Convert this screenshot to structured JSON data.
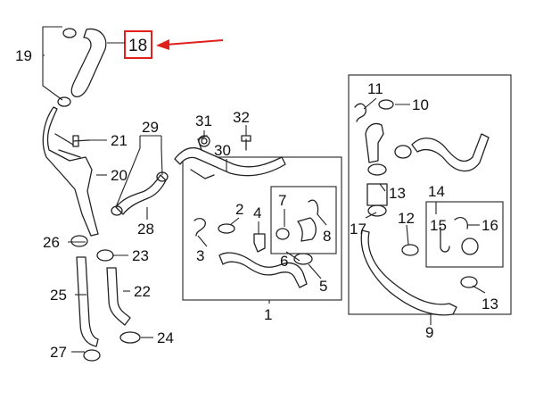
{
  "callouts": {
    "c1": "1",
    "c2": "2",
    "c3": "3",
    "c4": "4",
    "c5": "5",
    "c6": "6",
    "c7": "7",
    "c8": "8",
    "c9": "9",
    "c10": "10",
    "c11": "11",
    "c12": "12",
    "c13a": "13",
    "c13b": "13",
    "c14": "14",
    "c15": "15",
    "c16": "16",
    "c17": "17",
    "c18": "18",
    "c19": "19",
    "c20": "20",
    "c21": "21",
    "c22": "22",
    "c23": "23",
    "c24": "24",
    "c25": "25",
    "c26": "26",
    "c27": "27",
    "c28": "28",
    "c29": "29",
    "c30": "30",
    "c31": "31",
    "c32": "32"
  },
  "highlight": {
    "callout": "18",
    "box_color": "#e0201b",
    "arrow_color": "#e0201b"
  }
}
